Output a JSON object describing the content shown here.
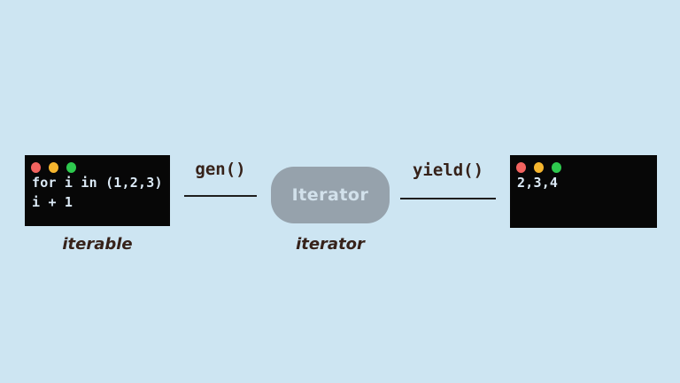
{
  "colors": {
    "background": "#cde5f2",
    "terminal_bg": "#070707",
    "terminal_text": "#dceaf6",
    "dot_red": "#f3635f",
    "dot_yellow": "#f5b52e",
    "dot_green": "#2ec94e",
    "iterator_box_bg": "#96a2ac",
    "iterator_box_text": "#d2e1eb",
    "label_text": "#36221a",
    "connector_line": "#1e1e1e"
  },
  "left_terminal": {
    "window_controls": [
      "red-dot",
      "yellow-dot",
      "green-dot"
    ],
    "code_lines": [
      "for i in (1,2,3)",
      "i + 1"
    ],
    "caption": "iterable"
  },
  "iterator": {
    "box_label": "Iterator",
    "caption": "iterator"
  },
  "right_terminal": {
    "window_controls": [
      "red-dot",
      "yellow-dot",
      "green-dot"
    ],
    "code_lines": [
      "2,3,4"
    ]
  },
  "connections": [
    {
      "label": "gen()"
    },
    {
      "label": "yield()"
    }
  ]
}
